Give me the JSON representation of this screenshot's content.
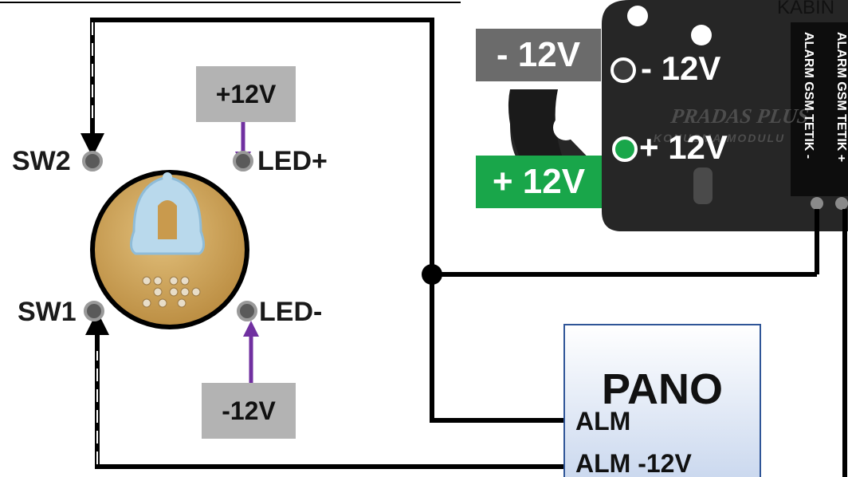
{
  "header": {
    "cabin_label": "KABIN"
  },
  "button": {
    "icon": "bell-braille-button-icon",
    "terminals": {
      "sw2": "SW2",
      "sw1": "SW1",
      "led_plus": "LED+",
      "led_minus": "LED-"
    },
    "supply_plus": "+12V",
    "supply_minus": "-12V"
  },
  "module": {
    "brand": "PRADAS PLUS",
    "subtitle": "KONUSMA MODULU",
    "neg_badge": "- 12V",
    "neg_terminal": "- 12V",
    "pos_badge": "+ 12V",
    "pos_terminal": "+ 12V",
    "strip_label_1": "ALARM GSM TETIK -",
    "strip_label_2": "ALARM GSM TETIK +"
  },
  "pano": {
    "title": "PANO",
    "alm": "ALM",
    "alm_minus": "ALM -12V"
  },
  "colors": {
    "neg_badge": "#6b6b6b",
    "pos_badge": "#19a64a",
    "supply_box": "#b3b3b3",
    "arrow": "#7030a0",
    "wire": "#000000",
    "pano_border": "#2f5597",
    "pano_fill_top": "#ffffff",
    "pano_fill_bottom": "#c9d7ee",
    "button_gold": "#c99a4d",
    "module_body": "#262626"
  }
}
